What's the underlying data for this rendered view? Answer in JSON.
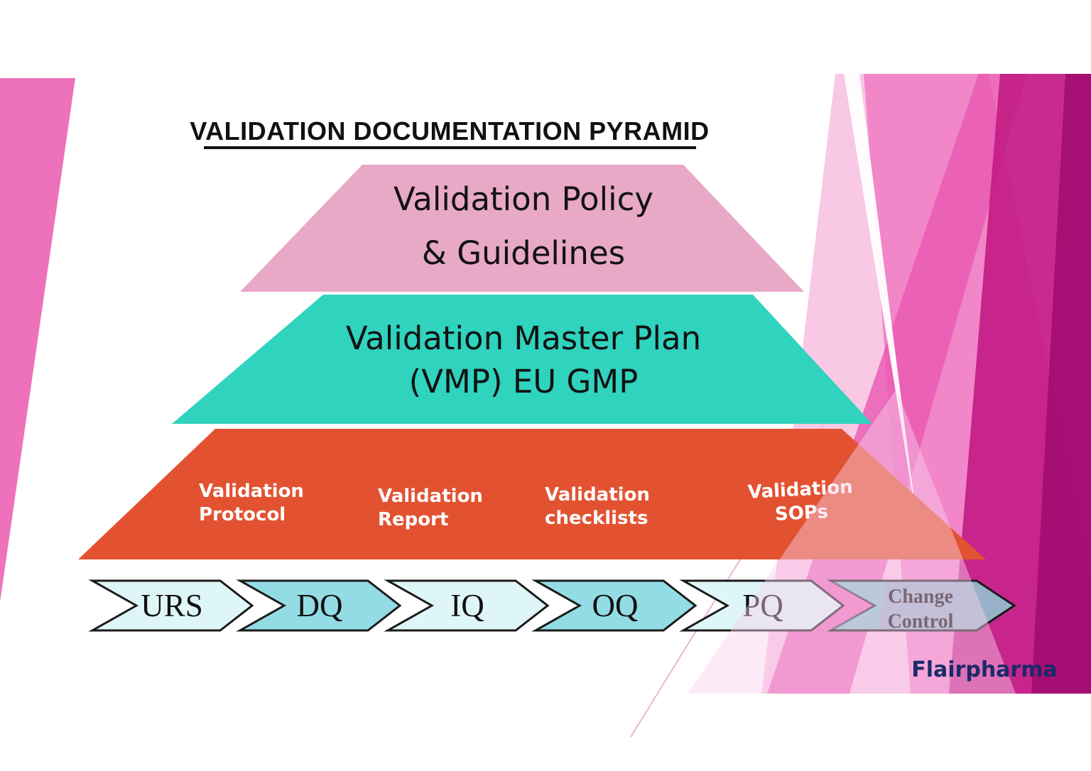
{
  "slide": {
    "title": "VALIDATION DOCUMENTATION PYRAMID",
    "brand": "Flairpharma"
  },
  "pyramid": {
    "levels": [
      {
        "id": "policy",
        "lines": [
          "Validation Policy",
          "& Guidelines"
        ]
      },
      {
        "id": "vmp",
        "lines": [
          "Validation Master Plan",
          "(VMP) EU GMP"
        ]
      },
      {
        "id": "execution",
        "lines": []
      }
    ],
    "execution_items": [
      {
        "line1": "Validation",
        "line2": "Protocol"
      },
      {
        "line1": "Validation",
        "line2": "Report"
      },
      {
        "line1": "Validation",
        "line2": "checklists"
      },
      {
        "line1": "Validation",
        "line2": "SOPs"
      }
    ]
  },
  "process": {
    "steps": [
      {
        "label": "URS",
        "tone": "light"
      },
      {
        "label": "DQ",
        "tone": "medium"
      },
      {
        "label": "IQ",
        "tone": "light"
      },
      {
        "label": "OQ",
        "tone": "medium"
      },
      {
        "label": "PQ",
        "tone": "light"
      },
      {
        "label": "Change Control",
        "tone": "slate",
        "lines": [
          "Change",
          "Control"
        ]
      }
    ]
  },
  "colors": {
    "level_policy": "#e8a9c6",
    "level_vmp": "#2fd3be",
    "level_execution": "#e25231",
    "chevron_light": "#dff6f8",
    "chevron_medium": "#93dce5",
    "chevron_slate": "#97b2c9",
    "chevron_slate_teal_tint": "#7fd4d2",
    "outline": "#1a1a1a",
    "accent_left_triangle": "#ee72bb",
    "fan_base": "#f8c8e5",
    "fan_mid": "#ef7ec4",
    "fan_cross": "#e957b2",
    "fan_dark": "#c31d85",
    "fan_deep": "#a00b6e",
    "fan_overlay": "#f9d0ea",
    "fan_line": "#ecb6d8",
    "brand_text": "#1b2a68",
    "title_text": "#111111",
    "pyramid_text": "#121212",
    "execution_label_text": "#ffffff"
  }
}
